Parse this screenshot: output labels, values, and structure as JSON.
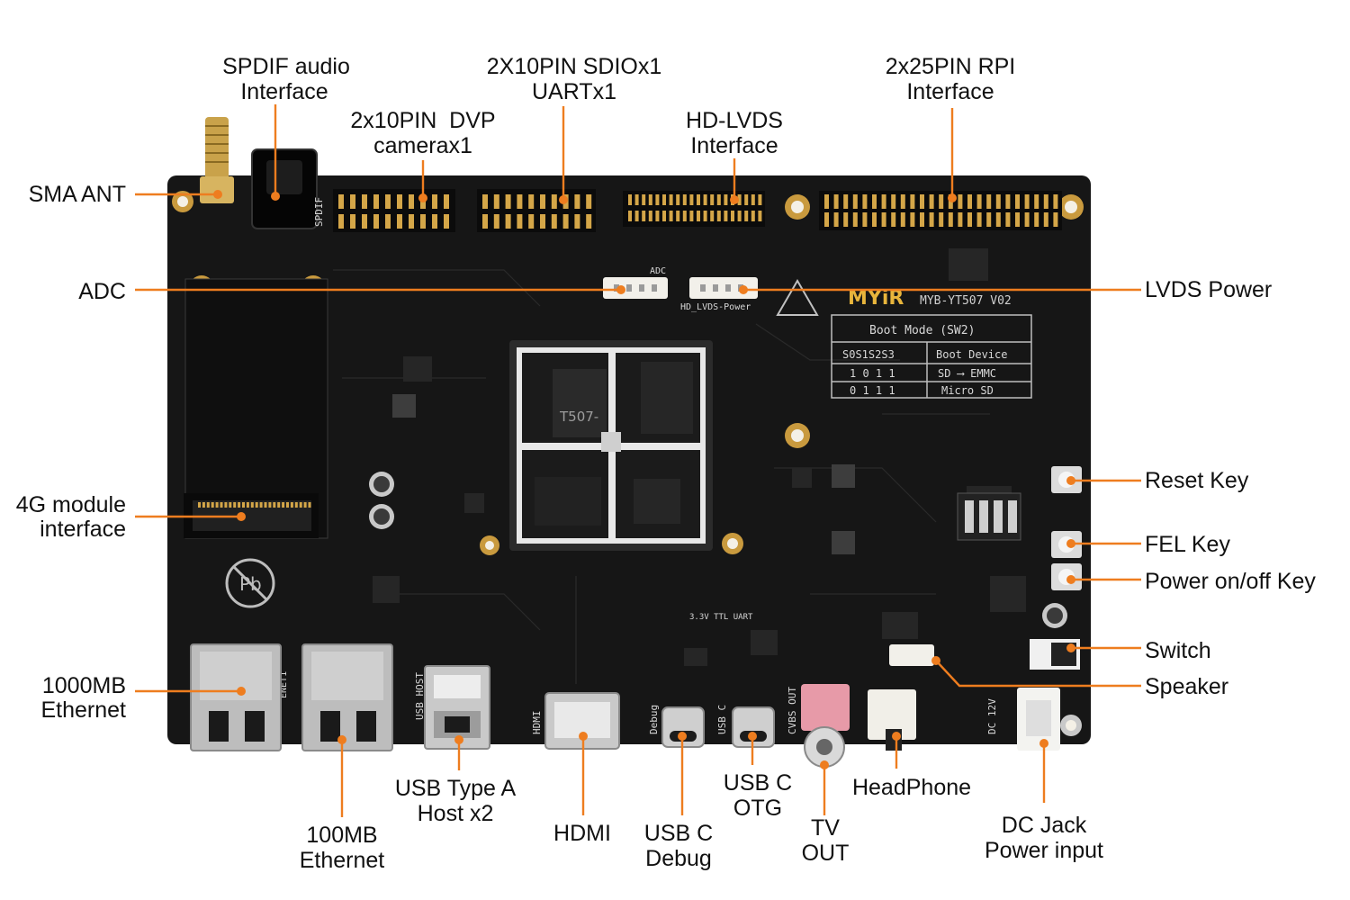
{
  "colors": {
    "board": "#151515",
    "leader": "#ee7d1f",
    "silk": "#d9d9d9",
    "gold": "#d9a94a",
    "steel": "#c9c9c9",
    "text": "#111111"
  },
  "board": {
    "brand": "MYiR",
    "model": "MYB-YT507 V02",
    "soc_label": "T507-",
    "boot_table": {
      "title": "Boot Mode (SW2)",
      "col_switch": "S0S1S2S3",
      "col_device": "Boot Device",
      "rows": [
        {
          "bits": "1 0 1 1",
          "device": "SD ⟶ EMMC"
        },
        {
          "bits": "0 1 1 1",
          "device": "Micro SD"
        }
      ]
    },
    "silk_labels": {
      "spdif": "SPDIF",
      "adc": "ADC",
      "lvds_power": "HD_LVDS-Power",
      "usb_host": "USB HOST",
      "hdmi": "HDMI",
      "debug": "Debug",
      "usb_c": "USB C",
      "cvbs_out": "CVBS OUT",
      "dc_12v": "DC 12V",
      "eth1": "ENET1",
      "uart": "3.3V TTL UART"
    }
  },
  "callouts": {
    "spdif": [
      "SPDIF audio",
      "Interface"
    ],
    "dvp": [
      "2x10PIN  DVP",
      "camerax1"
    ],
    "sdio": [
      "2X10PIN SDIOx1",
      "UARTx1"
    ],
    "hdlvds": [
      "HD-LVDS",
      "Interface"
    ],
    "rpi": [
      "2x25PIN RPI",
      "Interface"
    ],
    "sma": [
      "SMA ANT"
    ],
    "adc": [
      "ADC"
    ],
    "module4g": [
      "4G module",
      "interface"
    ],
    "eth1000": [
      "1000MB",
      "Ethernet"
    ],
    "lvds_power": [
      "LVDS Power"
    ],
    "reset": [
      "Reset Key"
    ],
    "fel": [
      "FEL Key"
    ],
    "power": [
      "Power on/off Key"
    ],
    "switch": [
      "Switch"
    ],
    "speaker": [
      "Speaker"
    ],
    "eth100": [
      "100MB",
      "Ethernet"
    ],
    "usba": [
      "USB Type A",
      "Host x2"
    ],
    "hdmi": [
      "HDMI"
    ],
    "usbc_debug": [
      "USB C",
      "Debug"
    ],
    "usbc_otg": [
      "USB C",
      "OTG"
    ],
    "tv": [
      "TV",
      "OUT"
    ],
    "headphone": [
      "HeadPhone"
    ],
    "dcjack": [
      "DC Jack",
      "Power input"
    ]
  }
}
